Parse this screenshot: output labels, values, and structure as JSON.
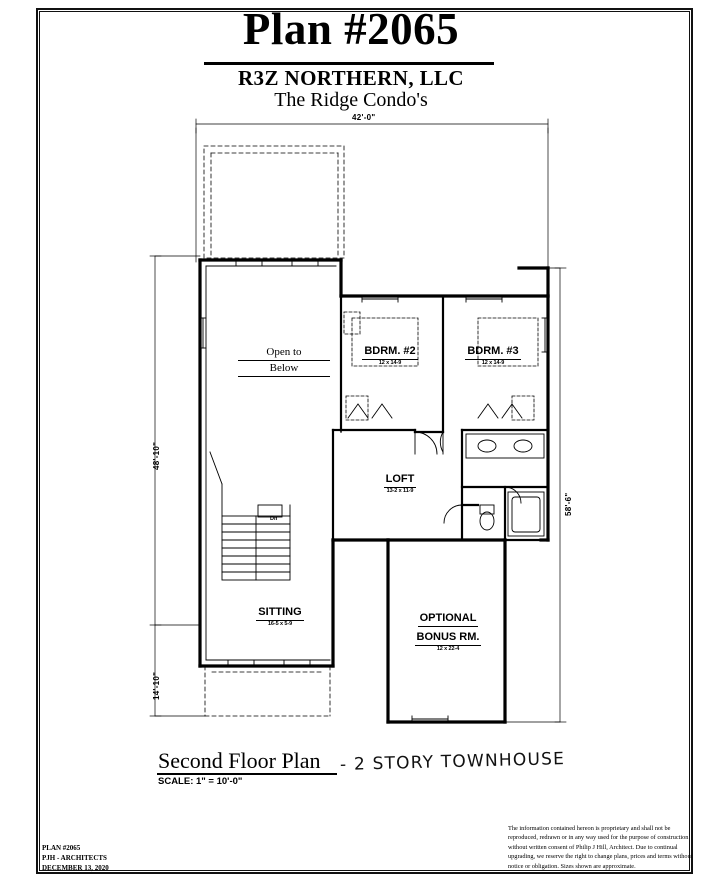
{
  "sheet": {
    "plan_title": "Plan #2065",
    "company": "R3Z NORTHERN, LLC",
    "subtitle": "The Ridge Condo's",
    "caption": "Second Floor Plan",
    "scale_note": "SCALE: 1\" = 10'-0\"",
    "handwritten_note": "- 2 STORY TOWNHOUSE"
  },
  "dimensions": {
    "top_overall": "42'-0\"",
    "left_upper": "48'-10\"",
    "left_lower": "14'-10\"",
    "right_overall": "58'-6\""
  },
  "rooms": [
    {
      "name": "Open to",
      "name2": "Below",
      "dim": ""
    },
    {
      "name": "BDRM. #2",
      "dim": "12 x 14-9"
    },
    {
      "name": "BDRM. #3",
      "dim": "12 x 14-9"
    },
    {
      "name": "LOFT",
      "dim": "13-2 x 11-9"
    },
    {
      "name": "SITTING",
      "dim": "16-5 x 5-9"
    },
    {
      "name": "OPTIONAL",
      "name2": "BONUS RM.",
      "dim": "12 x 22-4"
    }
  ],
  "annotations": {
    "stair_direction": "Dn"
  },
  "footer": {
    "credits_line1": "PLAN #2065",
    "credits_line2": "PJH - ARCHITECTS",
    "credits_line3": "DECEMBER 13, 2020",
    "disclaimer": "The information contained hereon is proprietary and shall not be reproduced, redrawn or in any way used for the purpose of construction without written consent of Philip J Hill, Architect.  Due to continual upgrading, we reserve the right to change plans, prices and terms without notice or obligation.  Sizes shown are approximate."
  },
  "colors": {
    "ink": "#000000",
    "paper": "#ffffff"
  }
}
